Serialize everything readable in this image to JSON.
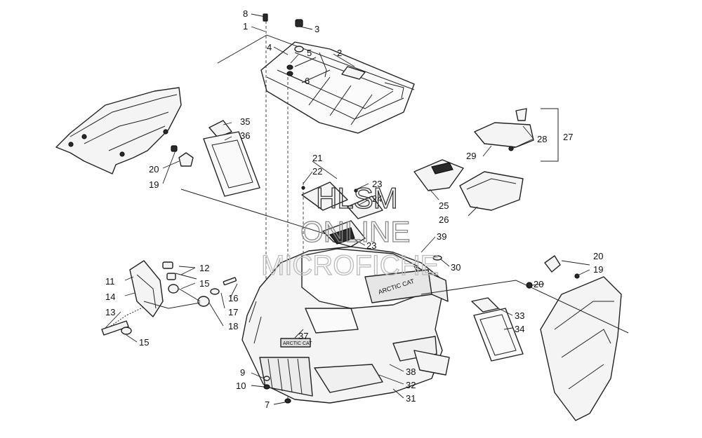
{
  "watermark": {
    "line1": "HLSM",
    "line2": "ONLINE",
    "line3": "MICROFICHE"
  },
  "callouts": [
    "1",
    "2",
    "3",
    "4",
    "5",
    "6",
    "7",
    "8",
    "9",
    "10",
    "11",
    "12",
    "13",
    "14",
    "15",
    "16",
    "17",
    "18",
    "19",
    "20",
    "21",
    "22",
    "23",
    "24",
    "25",
    "26",
    "27",
    "28",
    "29",
    "30",
    "31",
    "32",
    "33",
    "34",
    "35",
    "36",
    "37",
    "38",
    "39"
  ],
  "stickers": {
    "hood_brand": "ARCTIC CAT",
    "grille_badge": "ARCTIC CAT"
  }
}
